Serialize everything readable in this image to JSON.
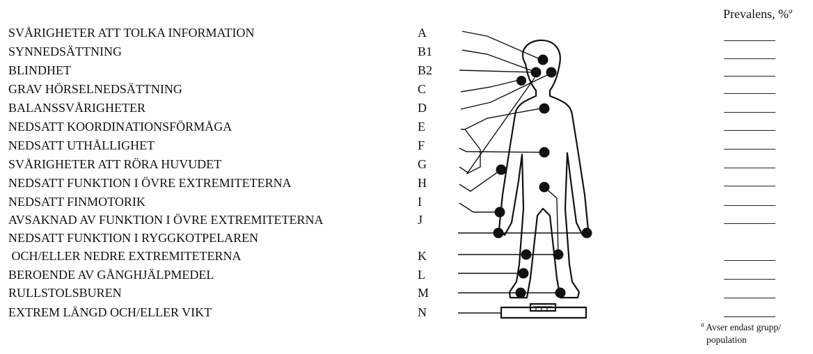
{
  "header": {
    "title": "Prevalens, %",
    "title_marker": "a"
  },
  "rows": [
    {
      "label": "SVÅRIGHETER ATT TOLKA INFORMATION",
      "code": "A"
    },
    {
      "label": "SYNNEDSÄTTNING",
      "code": "B1"
    },
    {
      "label": "BLINDHET",
      "code": "B2"
    },
    {
      "label": "GRAV HÖRSELNEDSÄTTNING",
      "code": "C"
    },
    {
      "label": "BALANSSVÅRIGHETER",
      "code": "D"
    },
    {
      "label": "NEDSATT KOORDINATIONSFÖRMÅGA",
      "code": "E"
    },
    {
      "label": "NEDSATT UTHÅLLIGHET",
      "code": "F"
    },
    {
      "label": "SVÅRIGHETER ATT RÖRA HUVUDET",
      "code": "G"
    },
    {
      "label": "NEDSATT FUNKTION I ÖVRE EXTREMITETERNA",
      "code": "H"
    },
    {
      "label": "NEDSATT FINMOTORIK",
      "code": "I"
    },
    {
      "label": "AVSAKNAD AV FUNKTION I ÖVRE EXTREMITETERNA",
      "code": "J"
    },
    {
      "label": "NEDSATT FUNKTION I RYGGKOTPELAREN",
      "code": ""
    },
    {
      "label": " OCH/ELLER NEDRE EXTREMITETERNA",
      "code": "K"
    },
    {
      "label": "BEROENDE AV GÅNGHJÄLPMEDEL",
      "code": "L"
    },
    {
      "label": "RULLSTOLSBUREN",
      "code": "M"
    },
    {
      "label": "EXTREM LÄNGD OCH/ELLER VIKT",
      "code": "N"
    }
  ],
  "footnote": {
    "marker": "a",
    "line1": "Avser endast grupp/",
    "line2": "population"
  }
}
